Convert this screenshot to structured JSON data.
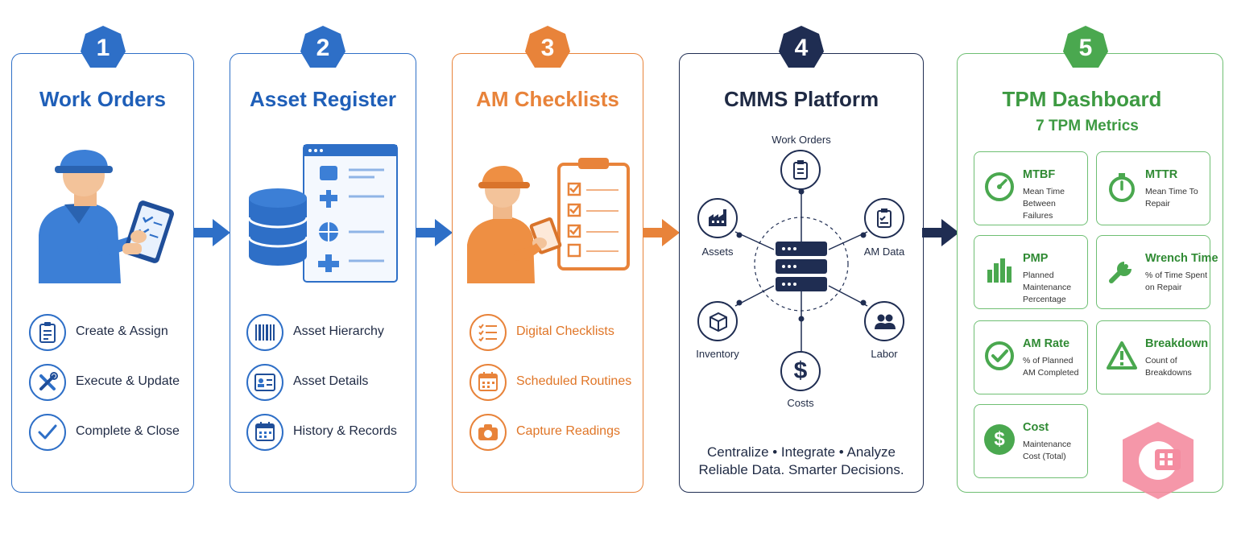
{
  "colors": {
    "blue": "#2e6fc7",
    "blue_dark": "#1f4e99",
    "orange": "#e8833a",
    "navy": "#1f2d52",
    "green": "#4aa84f"
  },
  "panels": [
    {
      "number": "1",
      "title": "Work Orders",
      "steps": [
        {
          "icon": "clipboard-icon",
          "label": "Create & Assign"
        },
        {
          "icon": "tools-icon",
          "label": "Execute & Update"
        },
        {
          "icon": "checkmark-icon",
          "label": "Complete & Close"
        }
      ]
    },
    {
      "number": "2",
      "title": "Asset Register",
      "steps": [
        {
          "icon": "barcode-icon",
          "label": "Asset Hierarchy"
        },
        {
          "icon": "id-card-icon",
          "label": "Asset Details"
        },
        {
          "icon": "calendar-icon",
          "label": "History & Records"
        }
      ]
    },
    {
      "number": "3",
      "title": "AM Checklists",
      "steps": [
        {
          "icon": "checklist-icon",
          "label": "Digital Checklists"
        },
        {
          "icon": "calendar-icon",
          "label": "Scheduled Routines"
        },
        {
          "icon": "camera-icon",
          "label": "Capture Readings"
        }
      ]
    },
    {
      "number": "4",
      "title": "CMMS Platform",
      "nodes": {
        "top": "Work Orders",
        "left_top": "Assets",
        "right_top": "AM Data",
        "left_bottom": "Inventory",
        "right_bottom": "Labor",
        "bottom": "Costs"
      },
      "tagline": "Centralize • Integrate • Analyze",
      "tagline2": "Reliable Data. Smarter Decisions."
    },
    {
      "number": "5",
      "title": "TPM Dashboard",
      "subtitle": "7 TPM Metrics",
      "metrics": [
        {
          "icon": "gauge-icon",
          "name": "MTBF",
          "desc": "Mean Time Between Failures"
        },
        {
          "icon": "stopwatch-icon",
          "name": "MTTR",
          "desc": "Mean Time To Repair"
        },
        {
          "icon": "bar-chart-icon",
          "name": "PMP",
          "desc": "Planned Maintenance Percentage"
        },
        {
          "icon": "wrench-icon",
          "name": "Wrench Time",
          "desc": "% of Time Spent on Repair"
        },
        {
          "icon": "check-circle-icon",
          "name": "AM Rate",
          "desc": "% of Planned AM Completed"
        },
        {
          "icon": "warning-icon",
          "name": "Breakdown",
          "desc": "Count of Breakdowns"
        },
        {
          "icon": "dollar-icon",
          "name": "Cost",
          "desc": "Maintenance Cost (Total)"
        }
      ]
    }
  ]
}
